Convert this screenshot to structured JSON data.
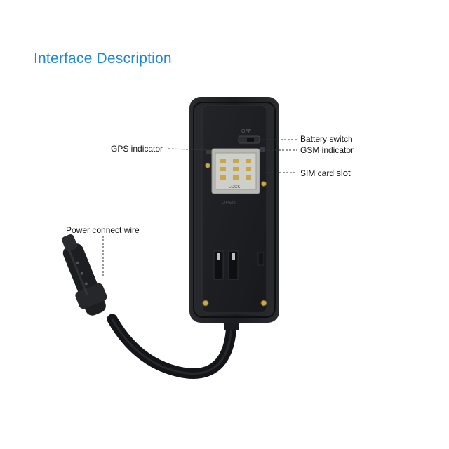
{
  "title": "Interface Description",
  "callouts": {
    "battery_switch": "Battery switch",
    "gps_indicator": "GPS indicator",
    "gsm_indicator": "GSM indicator",
    "sim_card_slot_a": "SIM card",
    "sim_card_slot_b": "slot",
    "power_connect_wire": "Power connect wire"
  },
  "device_markings": {
    "switch_marking": "OFF",
    "sim_holder_marking": "LOCK",
    "slot_marking": "OPEN"
  },
  "colors": {
    "title": "#1e88d6",
    "device_body": "#1c1d20",
    "sim_metal": "#b9b9b4",
    "pin_gold": "#c8a64a"
  }
}
